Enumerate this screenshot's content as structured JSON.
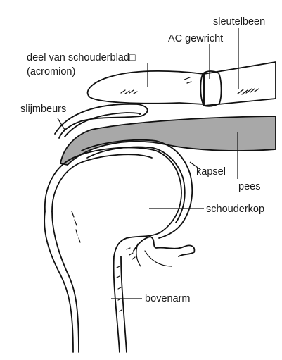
{
  "diagram": {
    "labels": {
      "sleutelbeen": "sleutelbeen",
      "ac_gewricht": "AC gewricht",
      "deel_van_schouderblad": "deel van schouderblad□",
      "acromion": "(acromion)",
      "slijmbeurs": "slijmbeurs",
      "kapsel": "kapsel",
      "pees": "pees",
      "schouderkop": "schouderkop",
      "bovenarm": "bovenarm"
    },
    "colors": {
      "tendon_fill": "#a8a8a8",
      "line": "#111111",
      "background": "#ffffff"
    }
  }
}
